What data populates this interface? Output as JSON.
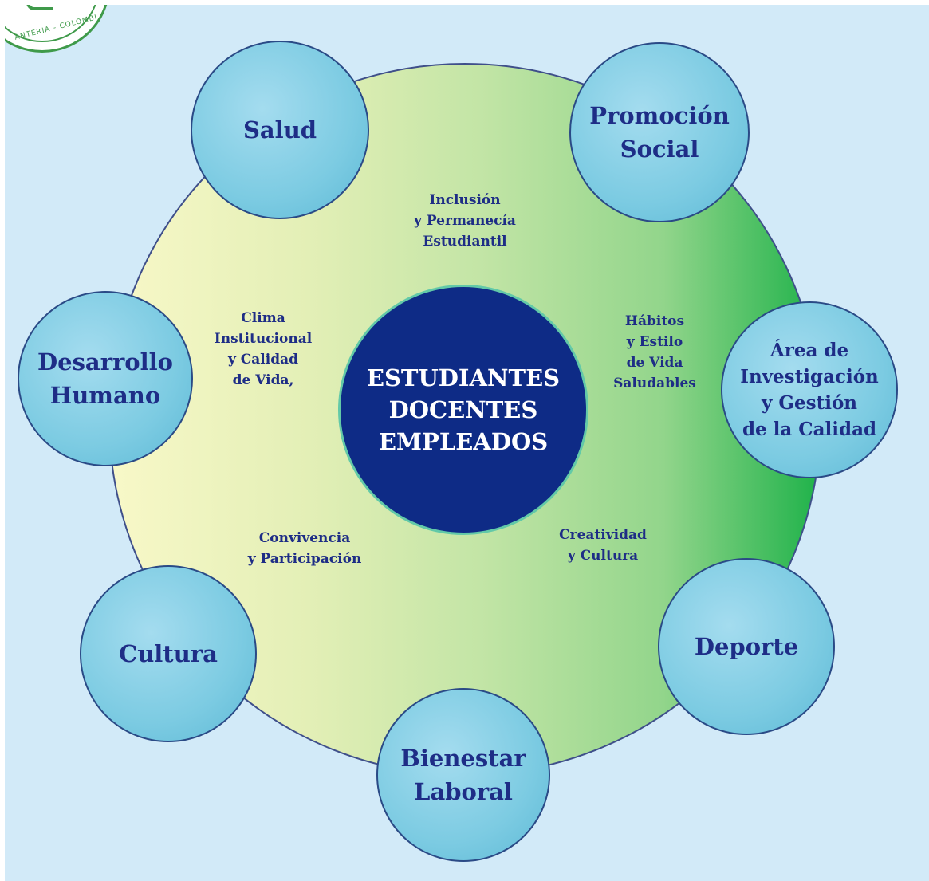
{
  "logo": {
    "text": "ANTERIA - COLOMBI"
  },
  "center": {
    "lines": [
      "ESTUDIANTES",
      "DOCENTES",
      "EMPLEADOS"
    ]
  },
  "nodes": [
    {
      "lines": [
        "Salud"
      ]
    },
    {
      "lines": [
        "Promoción",
        "Social"
      ]
    },
    {
      "lines": [
        "Desarrollo",
        "Humano"
      ]
    },
    {
      "lines": [
        "Área de",
        "Investigación",
        "y Gestión",
        "de la Calidad"
      ]
    },
    {
      "lines": [
        "Cultura"
      ]
    },
    {
      "lines": [
        "Deporte"
      ]
    },
    {
      "lines": [
        "Bienestar",
        "Laboral"
      ]
    }
  ],
  "themes": [
    {
      "lines": [
        "Inclusión",
        "y Permanecía",
        "Estudiantil"
      ]
    },
    {
      "lines": [
        "Clima",
        "Institucional",
        "y Calidad",
        "de Vida,"
      ]
    },
    {
      "lines": [
        "Hábitos",
        "y Estilo",
        "de Vida",
        "Saludables"
      ]
    },
    {
      "lines": [
        "Convivencia",
        "y Participación"
      ]
    },
    {
      "lines": [
        "Creatividad",
        "y Cultura"
      ]
    }
  ],
  "colors": {
    "background": "#d2eaf8",
    "center_fill": "#0e2b86",
    "node_text": "#1e2d86",
    "ring_gradient_start": "#f8f8c8",
    "ring_gradient_end": "#1fb24a"
  }
}
